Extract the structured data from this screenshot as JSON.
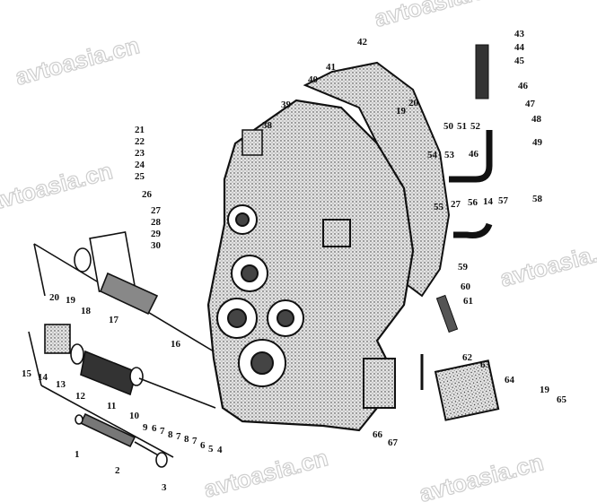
{
  "diagram": {
    "type": "exploded-parts-view",
    "watermark_text": "avtoasia.cn",
    "part_labels": [
      "21",
      "22",
      "23",
      "24",
      "25",
      "26",
      "27",
      "28",
      "29",
      "30",
      "38",
      "39",
      "40",
      "41",
      "42",
      "43",
      "44",
      "45",
      "46",
      "47",
      "48",
      "49",
      "19",
      "20",
      "50",
      "51",
      "52",
      "54",
      "53",
      "46",
      "55",
      "27",
      "56",
      "14",
      "57",
      "58",
      "59",
      "60",
      "61",
      "62",
      "63",
      "64",
      "19",
      "65",
      "66",
      "67",
      "20",
      "19",
      "18",
      "17",
      "16",
      "15",
      "14",
      "13",
      "12",
      "11",
      "10",
      "9",
      "6",
      "7",
      "8",
      "7",
      "8",
      "7",
      "6",
      "5",
      "4",
      "1",
      "2",
      "3"
    ]
  }
}
